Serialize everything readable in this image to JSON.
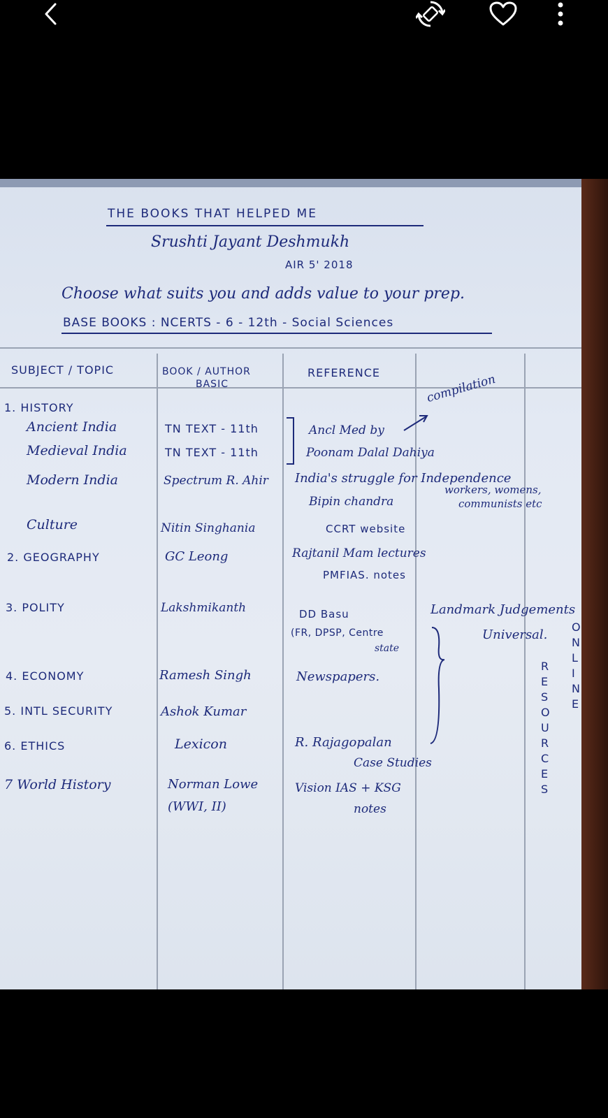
{
  "toolbar": {
    "back_icon": "chevron-left-icon",
    "rotate_icon": "auto-rotate-icon",
    "favorite_icon": "heart-icon",
    "more_icon": "more-vertical-icon"
  },
  "note": {
    "title": "THE   BOOKS   THAT   HELPED   ME",
    "author": "Srushti Jayant Deshmukh",
    "rank": "AIR 5' 2018",
    "tagline": "Choose what suits you and adds value to your prep.",
    "base_books": "BASE BOOKS :   NCERTS  -  6 - 12th -  Social Sciences",
    "headers": {
      "subject": "SUBJECT / TOPIC",
      "book": "BOOK / AUTHOR",
      "book_sub": "BASIC",
      "reference": "REFERENCE"
    },
    "rows": {
      "history": "1.  HISTORY",
      "ancient": "Ancient India",
      "ancient_book": "TN TEXT - 11th",
      "ancient_ref": "Ancl Med by",
      "compilation": "compilation",
      "medieval": "Medieval India",
      "medieval_book": "TN TEXT - 11th",
      "medieval_ref": "Poonam Dalal Dahiya",
      "modern": "Modern India",
      "modern_book": "Spectrum R. Ahir",
      "modern_ref": "India's struggle for Independence",
      "modern_ref2": "Bipin chandra",
      "modern_note": "workers, womens,",
      "modern_note2": "communists etc",
      "culture": "Culture",
      "culture_book": "Nitin Singhania",
      "culture_ref": "CCRT website",
      "geography": "2. GEOGRAPHY",
      "geography_book": "GC Leong",
      "geography_ref": "Rajtanil Mam lectures",
      "geography_ref2": "PMFIAS. notes",
      "polity": "3.  POLITY",
      "polity_book": "Lakshmikanth",
      "polity_ref": "DD Basu",
      "polity_ref2": "(FR, DPSP, Centre",
      "polity_ref3": "state",
      "landmark": "Landmark Judgements",
      "universal": "Universal.",
      "economy": "4.  ECONOMY",
      "economy_book": "Ramesh Singh",
      "economy_ref": "Newspapers.",
      "security": "5. INTL SECURITY",
      "security_book": "Ashok Kumar",
      "ethics": "6.   ETHICS",
      "ethics_book": "Lexicon",
      "ethics_ref": "R. Rajagopalan",
      "ethics_ref2": "Case Studies",
      "world": "7  World History",
      "world_book": "Norman Lowe",
      "world_book2": "(WWI, II)",
      "world_ref": "Vision IAS + KSG",
      "world_ref2": "notes"
    },
    "vertical_online": [
      "O",
      "N",
      "L",
      "I",
      "N",
      "E"
    ],
    "vertical_resources": [
      "R",
      "E",
      "S",
      "O",
      "U",
      "R",
      "C",
      "E",
      "S"
    ]
  }
}
